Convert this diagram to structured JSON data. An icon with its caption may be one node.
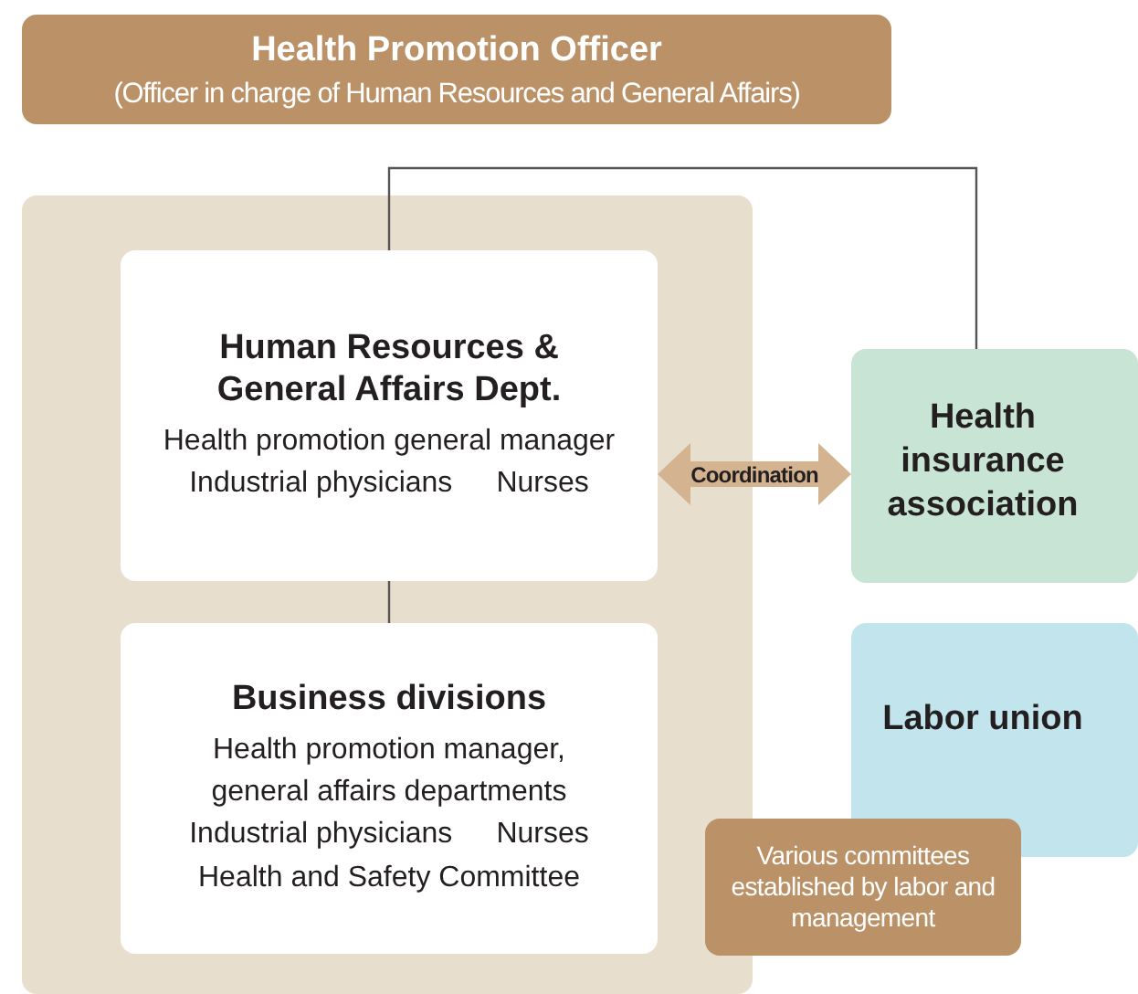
{
  "diagram": {
    "nodes": [
      {
        "text": [
          "Health Promotion Officer",
          "(Officer in charge of Human Resources and General Affairs)"
        ]
      },
      {
        "text": [],
        "shape": "box"
      },
      {
        "text": [
          "Human Resources & General Affairs Dept.",
          "Health promotion general manager",
          "Industrial physicians",
          "Nurses"
        ],
        "in": 1
      },
      {
        "text": [
          "Business divisions",
          "Health promotion manager, general affairs departments",
          "Industrial physicians",
          "Nurses",
          "Health and Safety Committee"
        ],
        "in": 1
      },
      {
        "text": [
          "Health insurance association"
        ]
      },
      {
        "text": [
          "Labor union"
        ]
      },
      {
        "text": [
          "Various committees established by labor and management"
        ]
      }
    ],
    "edges": [
      {
        "from": 2,
        "to": 4,
        "arrow": "none"
      },
      {
        "from": 2,
        "to": 3,
        "arrow": "none"
      },
      {
        "from": 2,
        "to": 4,
        "arrow": "both",
        "label": "Coordination",
        "style": "thick",
        "color": "#d4b391"
      }
    ]
  }
}
